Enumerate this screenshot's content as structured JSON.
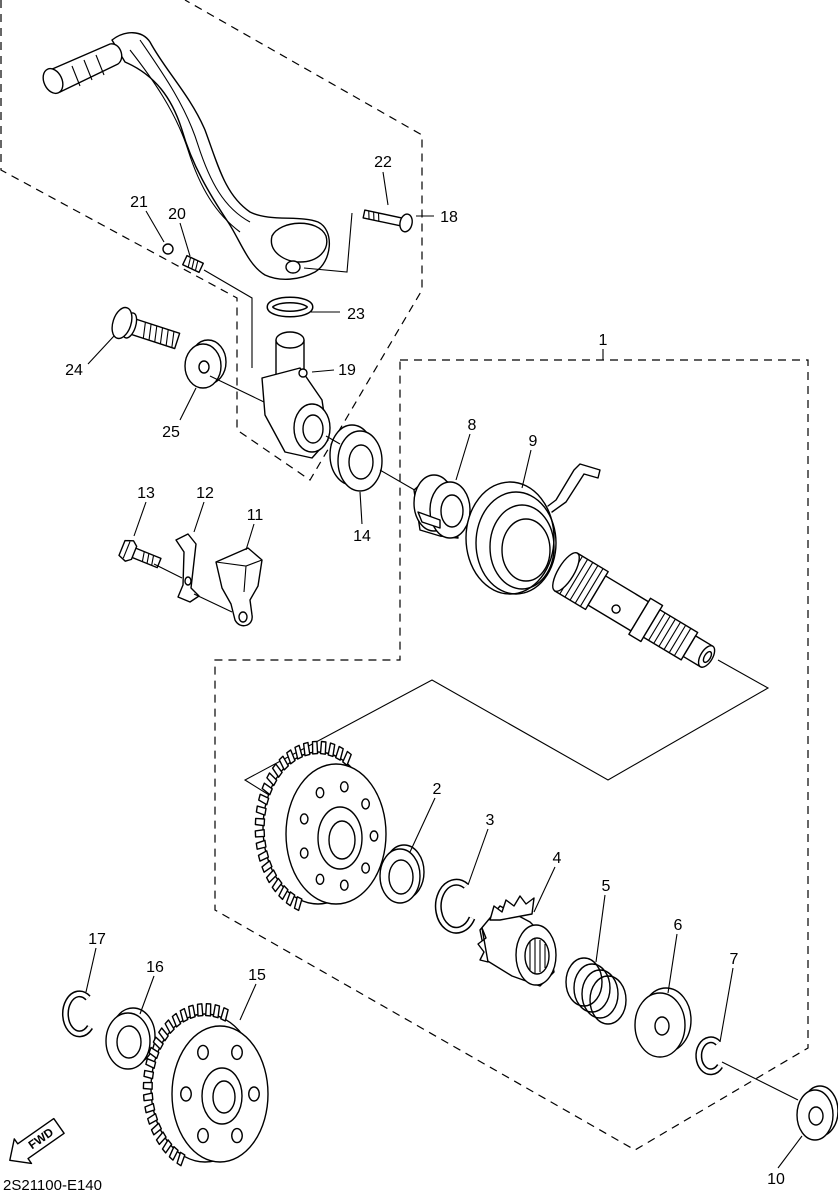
{
  "diagram": {
    "callouts": [
      {
        "label": "1"
      },
      {
        "label": "2"
      },
      {
        "label": "3"
      },
      {
        "label": "4"
      },
      {
        "label": "5"
      },
      {
        "label": "6"
      },
      {
        "label": "7"
      },
      {
        "label": "8"
      },
      {
        "label": "9"
      },
      {
        "label": "10"
      },
      {
        "label": "11"
      },
      {
        "label": "12"
      },
      {
        "label": "13"
      },
      {
        "label": "14"
      },
      {
        "label": "15"
      },
      {
        "label": "16"
      },
      {
        "label": "17"
      },
      {
        "label": "18"
      },
      {
        "label": "19"
      },
      {
        "label": "20"
      },
      {
        "label": "21"
      },
      {
        "label": "22"
      },
      {
        "label": "23"
      },
      {
        "label": "24"
      },
      {
        "label": "25"
      }
    ],
    "fwd_label": "FWD",
    "drawing_code": "2S21100-E140",
    "line_color": "#000000",
    "background_color": "#ffffff"
  }
}
